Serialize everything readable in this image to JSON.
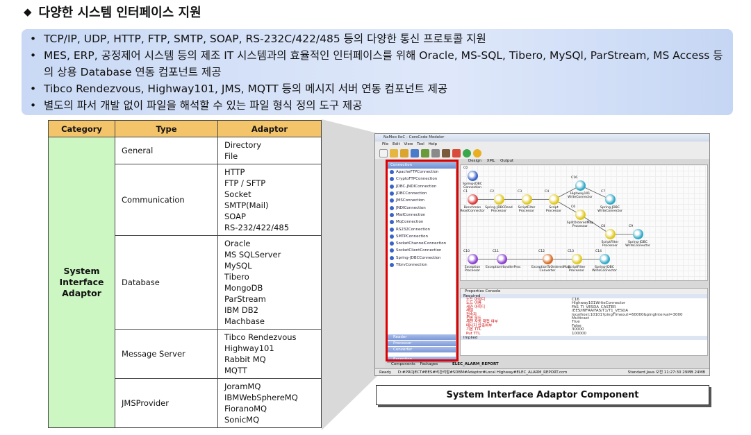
{
  "heading": {
    "marker": "◆",
    "title": "다양한 시스템 인터페이스 지원"
  },
  "bullets": [
    "TCP/IP,  UDP,  HTTP, FTP, SMTP, SOAP, RS-232C/422/485 등의 다양한 통신 프로토콜 지원",
    "MES, ERP, 공정제어 시스템 등의 제조 IT 시스템과의 효율적인 인터페이스를 위해 Oracle, MS-SQL, Tibero, MySQl, ParStream, MS Access 등의 상용 Database 연동 컴포넌트 제공",
    "Tibco Rendezvous, Highway101, JMS, MQTT 등의 메시지 서버 연동 컴포넌트 제공",
    "별도의 파서 개발 없이 파일을 해석할 수 있는 파일 형식 정의 도구 제공"
  ],
  "table": {
    "headers": [
      "Category",
      "Type",
      "Adaptor"
    ],
    "category": "System Interface Adaptor",
    "groups": [
      {
        "type": "General",
        "adaptors": [
          "Directory",
          "File"
        ]
      },
      {
        "type": "Communication",
        "adaptors": [
          "HTTP",
          "FTP / SFTP",
          "Socket",
          "SMTP(Mail)",
          "SOAP",
          "RS-232/422/485"
        ]
      },
      {
        "type": "Database",
        "adaptors": [
          "Oracle",
          "MS SQLServer",
          "MySQL",
          "Tibero",
          "MongoDB",
          "ParStream",
          "IBM DB2",
          "Machbase"
        ]
      },
      {
        "type": "Message Server",
        "adaptors": [
          "Tibco Rendezvous",
          "Highway101",
          "Rabbit MQ",
          "MQTT"
        ]
      },
      {
        "type": "JMSProvider",
        "adaptors": [
          "JoramMQ",
          "IBMWebSphereMQ",
          "FioranoMQ",
          "SonicMQ"
        ]
      }
    ]
  },
  "screenshot": {
    "window_title": "NaMoo IIoC - CoreCode Modeler",
    "menu": "File  Edit  View  Tool  Help",
    "editor_tabs": "Design  XML Output",
    "palette_header": "Connection",
    "palette_items": [
      "ApacheFTPConnection",
      "CryptoFTPConnection",
      "JDBC-JNDIConnection",
      "JDBCConnection",
      "JMSConnection",
      "JNDIConnection",
      "MailConnection",
      "MqConnection",
      "RS232Connection",
      "SMTPConnection",
      "SocketChannelConnection",
      "SocketClientConnection",
      "Spring-JDBCConnection",
      "TibrvConnection"
    ],
    "palette_bottom": [
      "Reader",
      "Processor",
      "Converter",
      "Exception"
    ],
    "bottom_tabs": "Components  Packages",
    "doc_tab": "ELEC_ALARM_REPORT",
    "props_tabs": "Properties  Console",
    "props_section": "Required",
    "props_section2": "Implied",
    "props": [
      [
        "노드 아이디",
        "C16"
      ],
      [
        "노드 이름",
        "Highway101WriteConnector"
      ],
      [
        "세관 아이디",
        "FAS_TI_VESDA_CASTER"
      ],
      [
        "채널",
        "/EES/INFRA/FAS/T1/T1_VESDA"
      ],
      [
        "접속자",
        "localhost:10101?pingTimeout=60000&pingInterval=3000"
      ],
      [
        "전송 모드",
        "Multicast"
      ],
      [
        "세션 자동 재접 여부",
        "True"
      ],
      [
        "메시지 압축여부",
        "False"
      ],
      [
        "기본 TTL",
        "30000"
      ],
      [
        "Put TTL",
        "100000"
      ]
    ],
    "nodes": [
      {
        "id": "C0",
        "label": "Spring-JDBC\nConnection",
        "color": "#3a62c7"
      },
      {
        "id": "C1",
        "label": "Benchman\nReadConnector",
        "color": "#d83b3b"
      },
      {
        "id": "C2",
        "label": "Spring-JDBCRead\nProcessor",
        "color": "#e0c820"
      },
      {
        "id": "C3",
        "label": "ScriptFilter\nProcessor",
        "color": "#e0c820"
      },
      {
        "id": "C4",
        "label": "Script\nProcessor",
        "color": "#e0c820"
      },
      {
        "id": "C16",
        "label": "Highway101\nWriteConnector",
        "color": "#31a8c7"
      },
      {
        "id": "C6",
        "label": "SplitOrderedMap\nProcessor",
        "color": "#e0c820"
      },
      {
        "id": "C7",
        "label": "Spring-JDBC\nWriteConnector",
        "color": "#31a8c7"
      },
      {
        "id": "C8",
        "label": "ScriptFilter\nProcessor",
        "color": "#e0c820"
      },
      {
        "id": "C9",
        "label": "Spring-JDBC\nWriteConnector",
        "color": "#31a8c7"
      },
      {
        "id": "C10",
        "label": "Exception\nProcessor",
        "color": "#8a3fd0"
      },
      {
        "id": "C11",
        "label": "ExceptionHandlerProc",
        "color": "#8a3fd0"
      },
      {
        "id": "C12",
        "label": "ExceptionToOrderedMap\nConverter",
        "color": "#d86a20"
      },
      {
        "id": "C13",
        "label": "ScriptFilter\nProcessor",
        "color": "#e0c820"
      },
      {
        "id": "C14",
        "label": "Spring-JDBC\nWriteConnector",
        "color": "#31a8c7"
      }
    ],
    "status_left": "Ready",
    "status_path": "D:#PROJECT#EES#비관리함#SDBM#Adaptor#Local Highway#ELEC_ALARM_REPORT.ccm",
    "status_right": "Standard Java   오전 11:27:30   29MB 24MB"
  },
  "caption": "System Interface Adaptor Component"
}
